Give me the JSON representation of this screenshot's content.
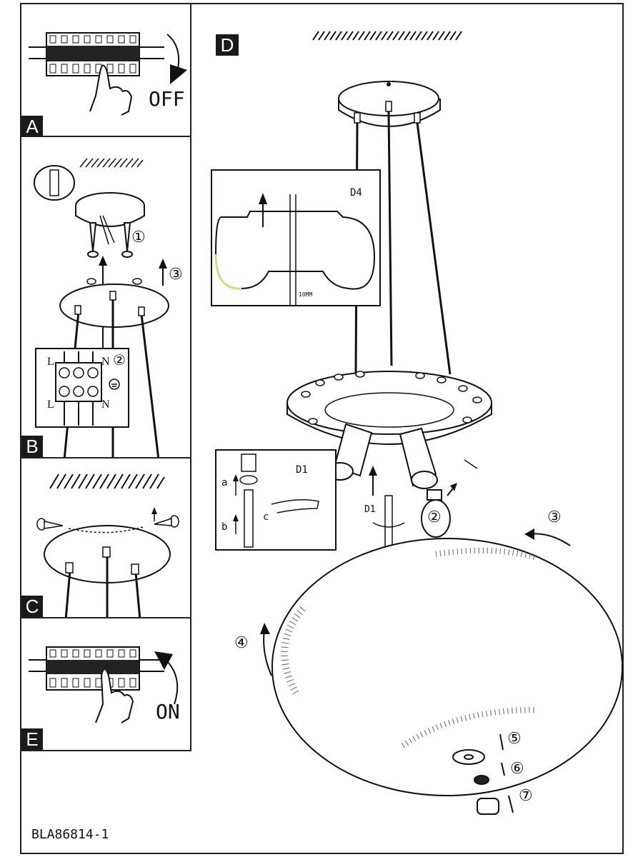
{
  "panels": {
    "a": {
      "label": "A",
      "switch_text": "OFF"
    },
    "b": {
      "label": "B",
      "step_1": "①",
      "step_2": "②",
      "step_3": "③",
      "terminal_l_top": "L",
      "terminal_n_top": "N",
      "terminal_l_bottom": "L",
      "terminal_n_bottom": "N"
    },
    "c": {
      "label": "C"
    },
    "d": {
      "label": "D",
      "detail_d4": "D4",
      "detail_d4_dim": "10MM",
      "detail_d1": "D1",
      "detail_d1_a": "a",
      "detail_d1_b": "b",
      "detail_d1_c": "c",
      "callout_d1": "D1",
      "step_2": "②",
      "step_3": "③",
      "step_4": "④",
      "step_5": "⑤",
      "step_6": "⑥",
      "step_7": "⑦"
    },
    "e": {
      "label": "E",
      "switch_text": "ON"
    }
  },
  "footer": {
    "model_code": "BLA86814-1"
  }
}
